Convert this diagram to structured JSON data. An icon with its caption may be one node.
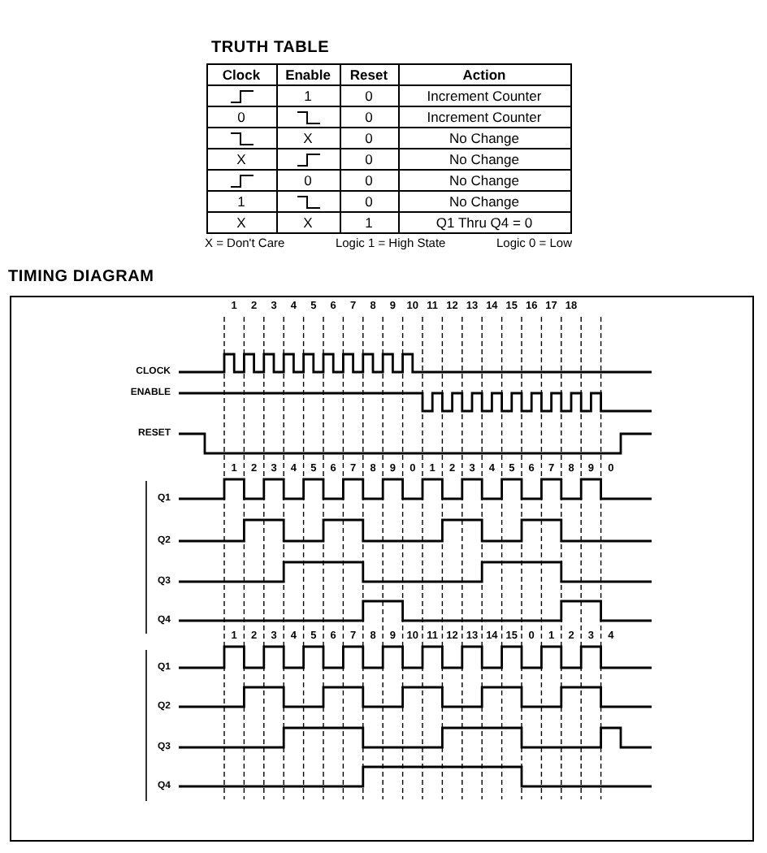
{
  "diagram": {
    "labels": [
      "TRUTH TABLE",
      "Clock",
      "Enable",
      "Reset",
      "Action",
      "1",
      "0",
      "Increment Counter",
      "0",
      "0",
      "Increment Counter",
      "X",
      "0",
      "No Change",
      "X",
      "0",
      "No Change",
      "0",
      "0",
      "No Change",
      "1",
      "0",
      "No Change",
      "X",
      "X",
      "1",
      "Q1 Thru Q4 = 0",
      "X = Don't Care",
      "Logic 1 = High State",
      "Logic 0 = Low",
      "TIMING DIAGRAM",
      "1",
      "2",
      "3",
      "4",
      "5",
      "6",
      "7",
      "8",
      "9",
      "10",
      "11",
      "12",
      "13",
      "14",
      "15",
      "16",
      "17",
      "18",
      "CLOCK",
      "ENABLE",
      "RESET",
      "1",
      "2",
      "3",
      "4",
      "5",
      "6",
      "7",
      "8",
      "9",
      "0",
      "1",
      "2",
      "3",
      "4",
      "5",
      "6",
      "7",
      "8",
      "9",
      "0",
      "Q1",
      "Q2",
      "Q3",
      "Q4",
      "1",
      "2",
      "3",
      "4",
      "5",
      "6",
      "7",
      "8",
      "9",
      "10",
      "11",
      "12",
      "13",
      "14",
      "15",
      "0",
      "1",
      "2",
      "3",
      "4",
      "Q1",
      "Q2",
      "Q3",
      "Q4"
    ]
  }
}
